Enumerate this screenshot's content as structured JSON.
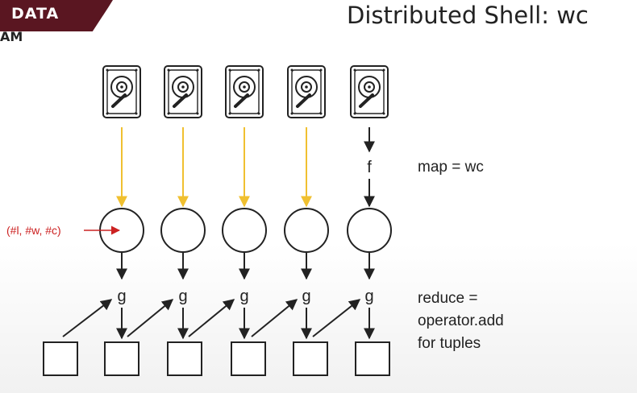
{
  "badge": {
    "line1": "DATA",
    "line2": "AM"
  },
  "title": "Distributed Shell: wc",
  "diagram": {
    "disk_count": 5,
    "f_label": "f",
    "g_label": "g",
    "map_label": "map = wc",
    "reduce_lines": [
      "reduce =",
      "operator.add",
      "for tuples"
    ],
    "tuple_label": "(#l, #w, #c)",
    "colors": {
      "yellow_arrow": "#f0c030",
      "red_arrow": "#cc2222",
      "ink": "#222222"
    }
  }
}
